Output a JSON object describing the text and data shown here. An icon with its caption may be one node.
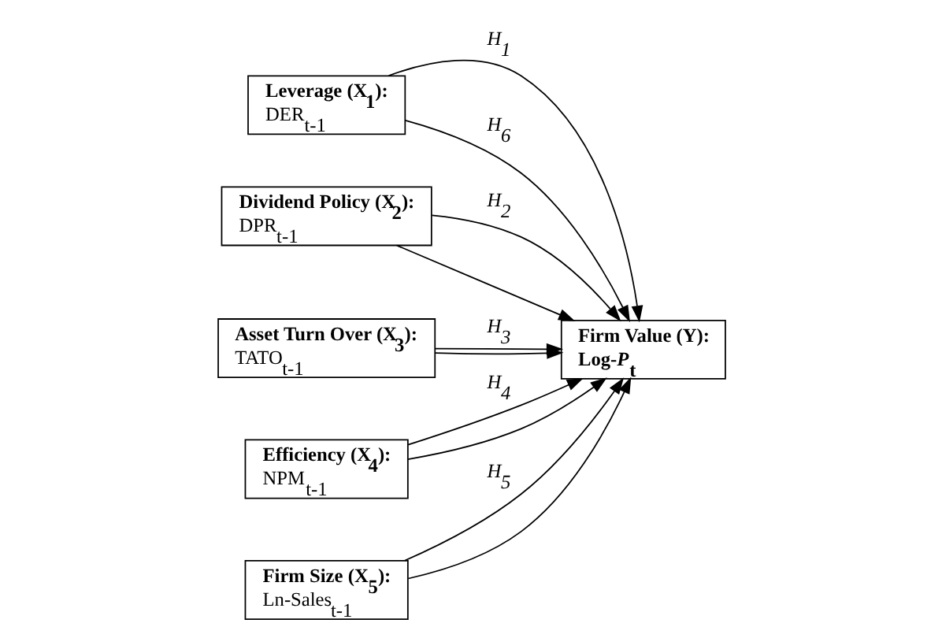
{
  "diagram": {
    "nodes": [
      {
        "text": [
          "Leverage (X$_{1}$):",
          "DER$_{t-1}$"
        ]
      },
      {
        "text": [
          "Dividend Policy (X$_{2}$):",
          "DPR$_{t-1}$"
        ]
      },
      {
        "text": [
          "Asset Turn Over (X$_{3}$):",
          "TATO$_{t-1}$"
        ]
      },
      {
        "text": [
          "Efficiency (X$_{4}$):",
          "NPM$_{t-1}$"
        ]
      },
      {
        "text": [
          "Firm Size (X$_{5}$):",
          "Ln-Sales$_{t-1}$"
        ]
      },
      {
        "text": [
          "Firm Value (Y):",
          "Log-*P*$_{t}$"
        ]
      }
    ],
    "edges": [
      {
        "from": 0,
        "to": 5,
        "arrow": "to",
        "label": "H$_{1}$"
      },
      {
        "from": 1,
        "to": 5,
        "arrow": "to",
        "label": "H$_{2}$"
      },
      {
        "from": 2,
        "to": 5,
        "arrow": "to",
        "label": "H$_{3}$"
      },
      {
        "from": 3,
        "to": 5,
        "arrow": "to",
        "label": "H$_{4}$"
      },
      {
        "from": 4,
        "to": 5,
        "arrow": "to",
        "label": "H$_{5}$"
      },
      {
        "from": 0,
        "to": 5,
        "arrow": "to",
        "label": "H$_{6}$"
      },
      {
        "from": 1,
        "to": 5,
        "arrow": "to"
      },
      {
        "from": 2,
        "to": 5,
        "arrow": "to"
      },
      {
        "from": 3,
        "to": 5,
        "arrow": "to"
      },
      {
        "from": 4,
        "to": 5,
        "arrow": "to"
      }
    ]
  }
}
